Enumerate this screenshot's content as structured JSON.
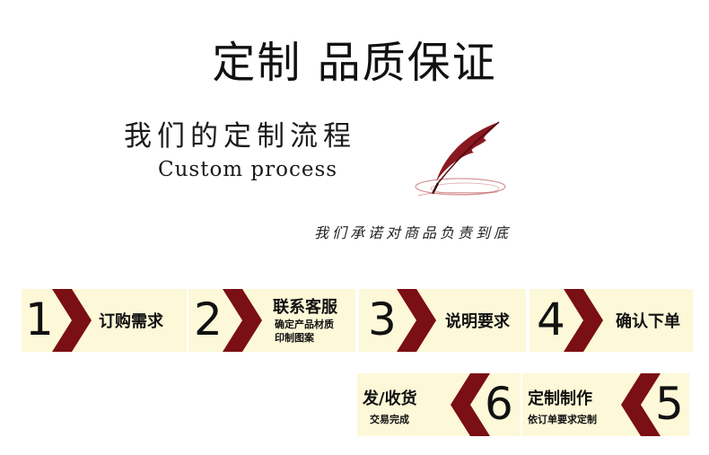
{
  "header": {
    "title": "定制 品质保证",
    "subtitle_cn": "我们的定制流程",
    "subtitle_en": "Custom process",
    "promise": "我们承诺对商品负责到底"
  },
  "colors": {
    "accent": "#7a0f15",
    "step_bg": "#fdf8d8"
  },
  "steps": [
    {
      "number": "1",
      "label": "订购需求",
      "sub": []
    },
    {
      "number": "2",
      "label": "联系客服",
      "sub": [
        "确定产品材质",
        "印制图案"
      ]
    },
    {
      "number": "3",
      "label": "说明要求",
      "sub": []
    },
    {
      "number": "4",
      "label": "确认下单",
      "sub": []
    },
    {
      "number": "5",
      "label": "定制制作",
      "sub": [
        "依订单要求定制"
      ]
    },
    {
      "number": "6",
      "label": "发/收货",
      "sub": [
        "交易完成"
      ]
    }
  ]
}
